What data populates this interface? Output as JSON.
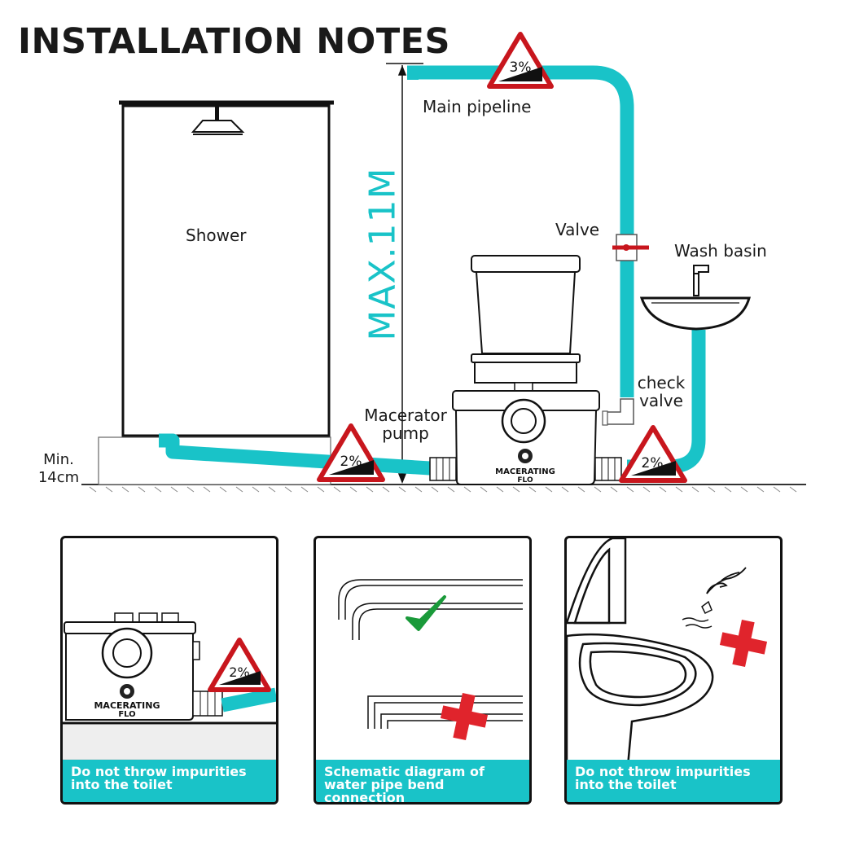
{
  "title": "INSTALLATION NOTES",
  "labels": {
    "main_pipeline": "Main pipeline",
    "shower": "Shower",
    "valve": "Valve",
    "wash_basin": "Wash basin",
    "check_valve": "check\nvalve",
    "macerator_pump": "Macerator\npump",
    "min_height": "Min.\n14cm",
    "max_height": "MAX.11M"
  },
  "slopes": {
    "top": "3%",
    "shower": "2%",
    "basin": "2%",
    "panel": "2%"
  },
  "brand": {
    "line1": "MACERATING",
    "line2": "FLO"
  },
  "panels": [
    {
      "caption": "Do not throw impurities\ninto the toilet"
    },
    {
      "caption": "Schematic diagram of\nwater pipe bend connection"
    },
    {
      "caption": "Do not throw impurities\ninto the toilet"
    }
  ],
  "colors": {
    "pipe": "#19c3c8",
    "warning_red": "#c8161d",
    "check_green": "#1a9a3a",
    "cross_red": "#e0242c"
  },
  "icons": [
    "shower-head-icon",
    "warning-triangle-icon",
    "check-mark-icon",
    "cross-icon",
    "hand-icon",
    "macerator-logo-icon"
  ]
}
